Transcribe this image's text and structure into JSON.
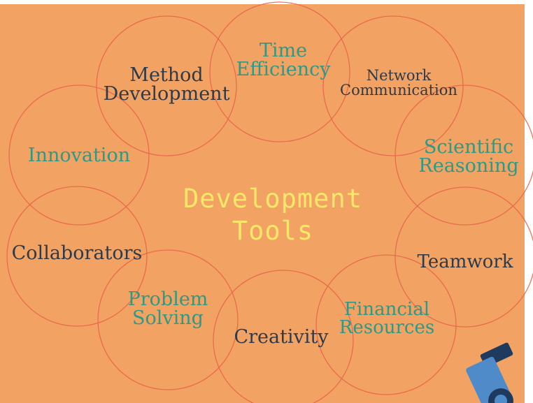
{
  "title": {
    "line1": "Development",
    "line2": "Tools"
  },
  "nodes": {
    "method_development": {
      "line1": "Method",
      "line2": "Development"
    },
    "time_efficiency": {
      "line1": "Time",
      "line2": "Efficiency"
    },
    "network_communication": {
      "line1": "Network",
      "line2": "Communication"
    },
    "scientific_reasoning": {
      "line1": "Scientific",
      "line2": "Reasoning"
    },
    "innovation": {
      "line1": "Innovation"
    },
    "collaborators": {
      "line1": "Collaborators"
    },
    "teamwork": {
      "line1": "Teamwork"
    },
    "problem_solving": {
      "line1": "Problem",
      "line2": "Solving"
    },
    "creativity": {
      "line1": "Creativity"
    },
    "financial_resources": {
      "line1": "Financial",
      "line2": "Resources"
    }
  },
  "colors": {
    "background": "#f2a263",
    "circle_stroke": "#e8654a",
    "dark_text": "#2d3a4a",
    "teal_text": "#2b9a86",
    "title": "#f9e76a",
    "microscope_body": "#4f8bc9",
    "microscope_dark": "#1f3a5f"
  },
  "icons": [
    "microscope-icon"
  ]
}
